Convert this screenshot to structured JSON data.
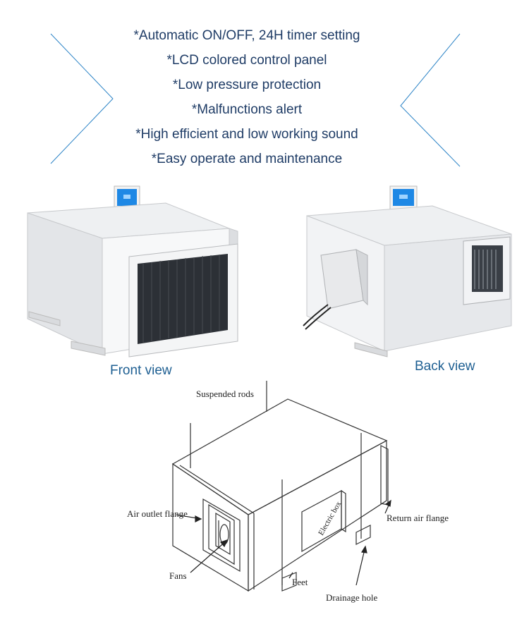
{
  "features": [
    "*Automatic ON/OFF, 24H timer setting",
    "*LCD colored control panel",
    "*Low pressure protection",
    "*Malfunctions alert",
    "*High efficient and low working sound",
    "*Easy operate and maintenance"
  ],
  "views": {
    "front_caption": "Front view",
    "back_caption": "Back view"
  },
  "diagram_labels": {
    "suspended_rods": "Suspended rods",
    "air_outlet_flange": "Air outlet flange",
    "return_air_flange": "Return air flange",
    "electric_box": "Electric box",
    "fans": "Fans",
    "feet": "Feet",
    "drainage_hole": "Drainage hole"
  },
  "colors": {
    "feature_text": "#1f3c66",
    "caption_text": "#1e5f92",
    "deco_lines": "#2b83c6",
    "lcd_screen": "#1e88e5"
  }
}
